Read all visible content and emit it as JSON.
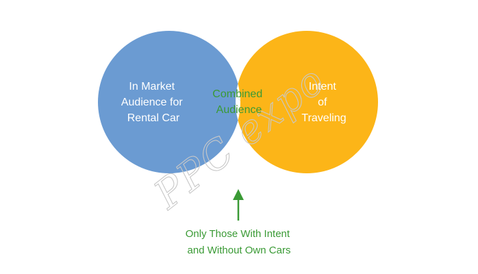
{
  "colors": {
    "left_circle": "#6b9bd2",
    "right_circle": "#fcb518",
    "overlap_fill": "#ffffff",
    "overlap_hatch": "#dcdcdc",
    "label_white": "#ffffff",
    "label_green": "#3a9a35",
    "arrow": "#3a9a35",
    "watermark": "#c8c8c8"
  },
  "venn": {
    "left": {
      "lines": [
        "In Market",
        "Audience for",
        "Rental Car"
      ]
    },
    "right": {
      "lines": [
        "Intent",
        "of",
        "Traveling"
      ]
    },
    "overlap": {
      "lines": [
        "Combined",
        "Audience"
      ]
    }
  },
  "annotation": {
    "arrow_icon": "up-arrow-icon",
    "lines": [
      "Only Those With Intent",
      "and Without Own Cars"
    ]
  },
  "watermark": {
    "text": "PPC expo"
  }
}
